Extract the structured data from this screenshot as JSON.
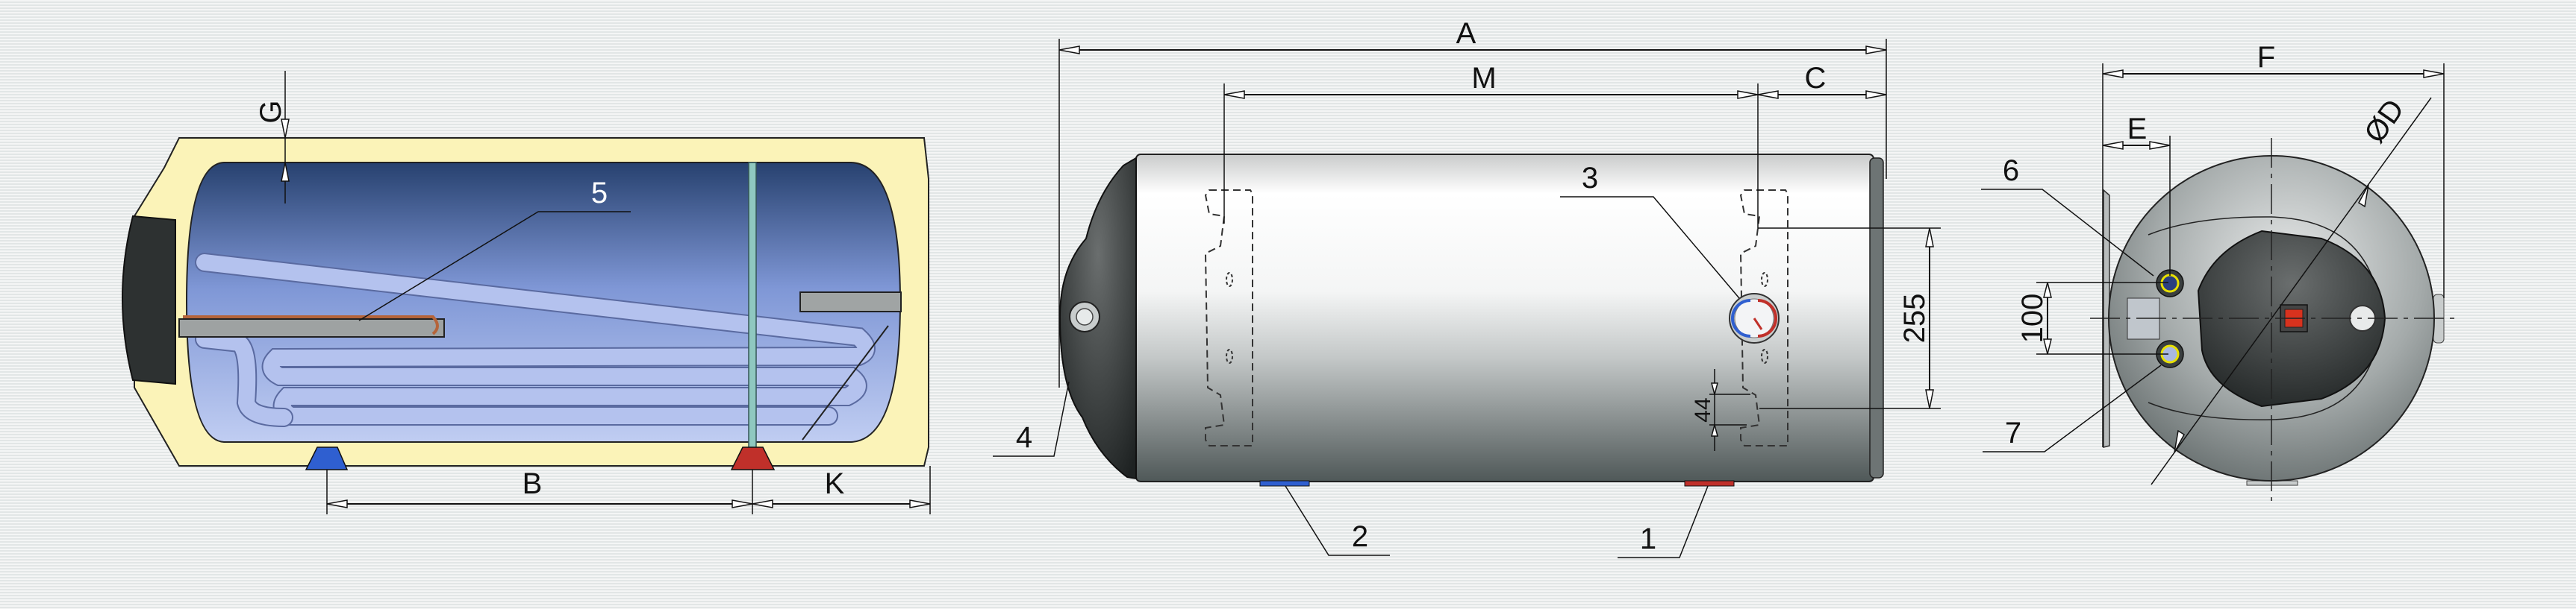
{
  "diagram": {
    "section_view": {
      "labels": {
        "gap": "G",
        "part_5": "5",
        "dist_b": "B",
        "dist_k": "K"
      }
    },
    "front_view": {
      "labels": {
        "length_a": "A",
        "mount_m": "M",
        "offset_c": "C",
        "height_255": "255",
        "slot_44": "44",
        "part_1": "1",
        "part_2": "2",
        "part_3": "3",
        "part_4": "4"
      }
    },
    "side_view": {
      "labels": {
        "width_f": "F",
        "offset_e": "E",
        "diameter_d": "ØD",
        "spacing_100": "100",
        "part_6": "6",
        "part_7": "7"
      }
    },
    "colors": {
      "hot": "#c0302a",
      "cold": "#2f5fd0",
      "insulation": "#fbf3b8",
      "fitting_ring": "#e8e000"
    }
  }
}
